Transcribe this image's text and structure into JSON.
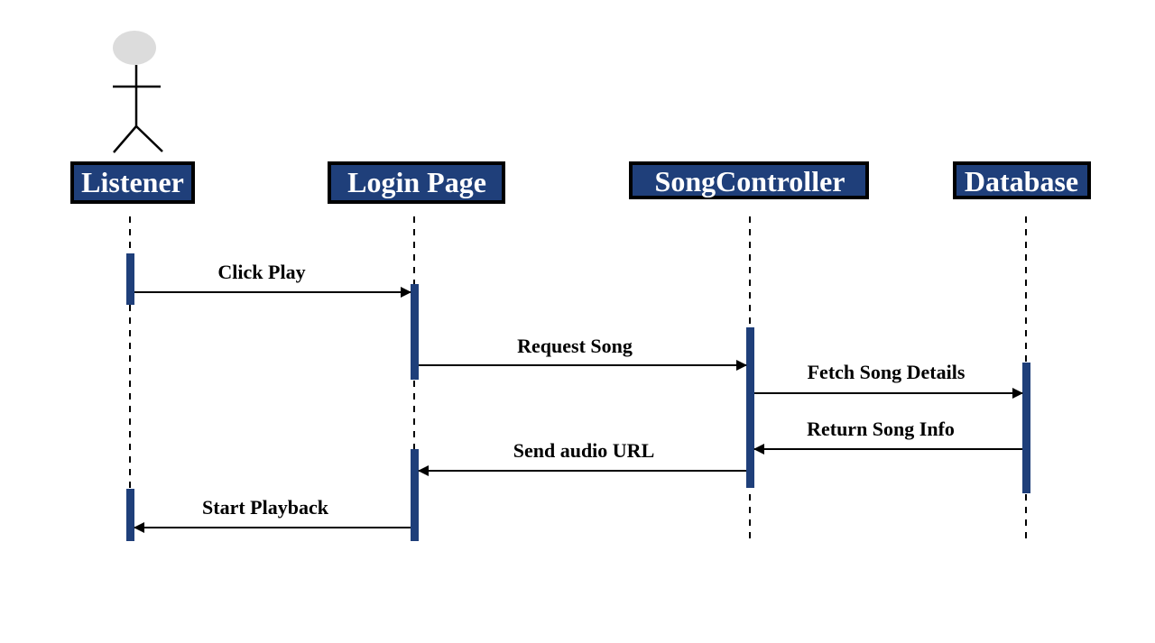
{
  "participants": [
    {
      "id": "listener",
      "label": "Listener",
      "is_actor": true
    },
    {
      "id": "login",
      "label": "Login Page"
    },
    {
      "id": "controller",
      "label": "SongController"
    },
    {
      "id": "database",
      "label": "Database"
    }
  ],
  "messages": [
    {
      "from": "listener",
      "to": "login",
      "label": "Click Play"
    },
    {
      "from": "login",
      "to": "controller",
      "label": "Request Song"
    },
    {
      "from": "controller",
      "to": "database",
      "label": "Fetch Song Details"
    },
    {
      "from": "database",
      "to": "controller",
      "label": "Return Song Info"
    },
    {
      "from": "controller",
      "to": "login",
      "label": "Send audio URL"
    },
    {
      "from": "login",
      "to": "listener",
      "label": "Start Playback"
    }
  ],
  "colors": {
    "box_fill": "#1f3f7a",
    "activation": "#1f3f7a",
    "label_text": "#ffffff",
    "actor_head": "#dcdcdc"
  }
}
